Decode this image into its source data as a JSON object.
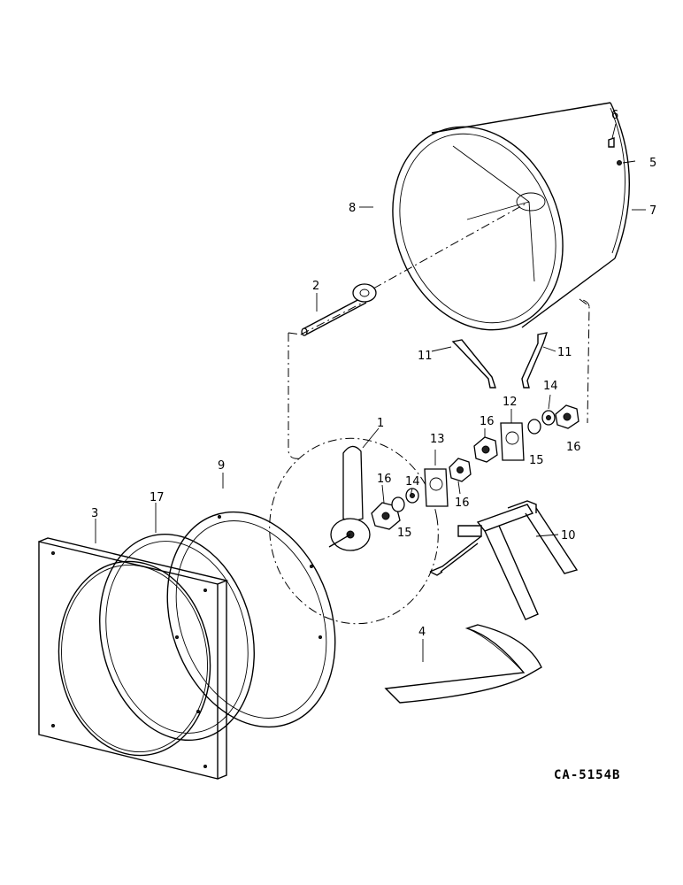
{
  "diagram": {
    "drawing_code": "CA-5154B",
    "callouts": {
      "c1": "1",
      "c2": "2",
      "c3": "3",
      "c4": "4",
      "c5": "5",
      "c6": "6",
      "c7": "7",
      "c8": "8",
      "c9": "9",
      "c10": "10",
      "c11a": "11",
      "c11b": "11",
      "c12": "12",
      "c13": "13",
      "c14a": "14",
      "c14b": "14",
      "c15a": "15",
      "c15b": "15",
      "c16a": "16",
      "c16b": "16",
      "c16c": "16",
      "c16d": "16",
      "c17": "17"
    }
  }
}
